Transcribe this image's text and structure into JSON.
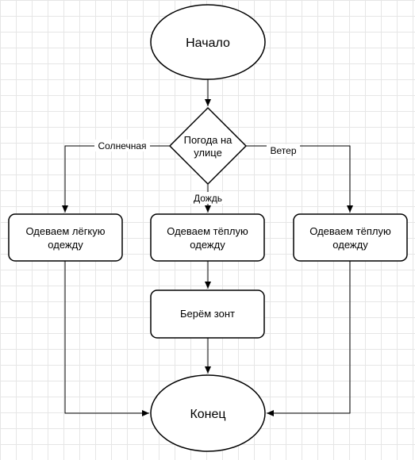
{
  "diagram": {
    "nodes": {
      "start": {
        "text": "Начало"
      },
      "decision_line1": "Погода на",
      "decision_line2": "улице",
      "left_line1": "Одеваем лёгкую",
      "left_line2": "одежду",
      "middle_line1": "Одеваем тёплую",
      "middle_line2": "одежду",
      "right_line1": "Одеваем тёплую",
      "right_line2": "одежду",
      "umbrella": {
        "text": "Берём зонт"
      },
      "end": {
        "text": "Конец"
      }
    },
    "edges": {
      "sunny": "Солнечная",
      "rain": "Дождь",
      "wind": "Ветер"
    },
    "colors": {
      "stroke": "#000000",
      "fill": "#ffffff",
      "grid": "#e6e6e6"
    }
  }
}
